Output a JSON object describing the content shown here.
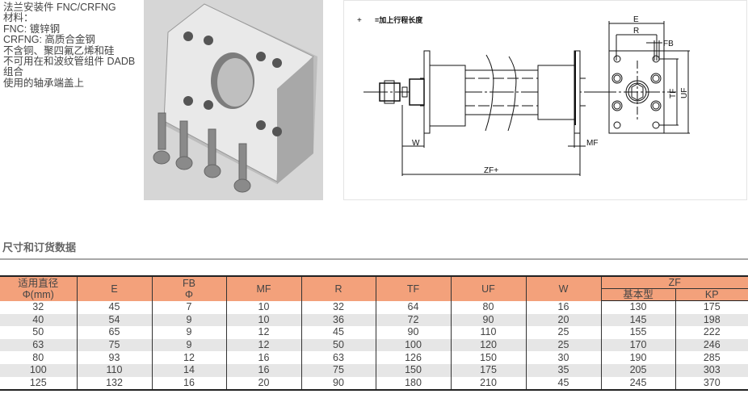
{
  "description": [
    "法兰安装件 FNC/CRFNG",
    "材料：",
    "FNC: 镀锌钢",
    "CRFNG: 高质合金钢",
    "不含铜、聚四氟乙烯和硅",
    "不可用在和波纹管组件 DADB",
    "组合",
    "使用的轴承端盖上"
  ],
  "drawing": {
    "plus": "+",
    "note": "=加上行程长度",
    "labels": {
      "E": "E",
      "R": "R",
      "FB": "FB",
      "TF": "TF",
      "UF": "UF",
      "W": "W",
      "MF": "MF",
      "ZF": "ZF+"
    }
  },
  "section_title": "尺寸和订货数据",
  "table": {
    "headers": {
      "bore": [
        "适用直径",
        "Φ(mm)"
      ],
      "E": "E",
      "FB": [
        "FB",
        "Φ"
      ],
      "MF": "MF",
      "R": "R",
      "TF": "TF",
      "UF": "UF",
      "W": "W",
      "ZF": "ZF",
      "ZF_basic": "基本型",
      "ZF_KP": "KP"
    },
    "header_color": "#f3a17b",
    "rows": [
      [
        "32",
        "45",
        "7",
        "10",
        "32",
        "64",
        "80",
        "16",
        "130",
        "175"
      ],
      [
        "40",
        "54",
        "9",
        "10",
        "36",
        "72",
        "90",
        "20",
        "145",
        "198"
      ],
      [
        "50",
        "65",
        "9",
        "12",
        "45",
        "90",
        "110",
        "25",
        "155",
        "222"
      ],
      [
        "63",
        "75",
        "9",
        "12",
        "50",
        "100",
        "120",
        "25",
        "170",
        "246"
      ],
      [
        "80",
        "93",
        "12",
        "16",
        "63",
        "126",
        "150",
        "30",
        "190",
        "285"
      ],
      [
        "100",
        "110",
        "14",
        "16",
        "75",
        "150",
        "175",
        "35",
        "205",
        "303"
      ],
      [
        "125",
        "132",
        "16",
        "20",
        "90",
        "180",
        "210",
        "45",
        "245",
        "370"
      ]
    ]
  }
}
